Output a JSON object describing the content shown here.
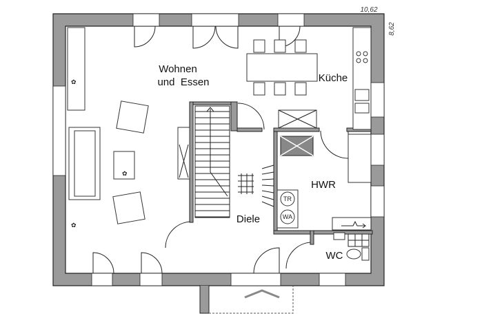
{
  "plan": {
    "dimensions": {
      "width": "10,62",
      "depth": "8,62"
    },
    "rooms": {
      "living_line1": "Wohnen",
      "living_line2": "und  Essen",
      "kitchen": "Küche",
      "utility": "HWR",
      "hall": "Diele",
      "toilet": "WC"
    },
    "appliances": {
      "dryer": "TR",
      "washer": "WA"
    },
    "colors": {
      "wall": "#9a9a9a",
      "line": "#222222"
    }
  }
}
